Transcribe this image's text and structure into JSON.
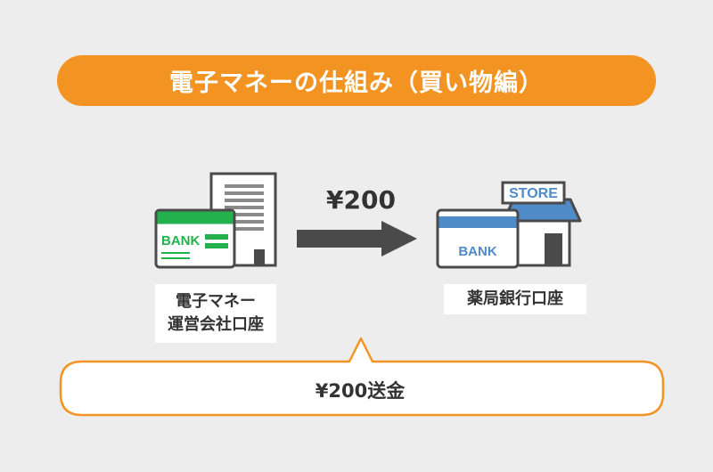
{
  "title": "電子マネーの仕組み（買い物編）",
  "amount": "¥200",
  "company_card_label": "BANK",
  "store_card_label": "BANK",
  "store_sign": "STORE",
  "company_label_line1": "電子マネー",
  "company_label_line2": "運営会社口座",
  "store_label": "薬局銀行口座",
  "callout": "¥200送金",
  "colors": {
    "orange": "#f39422",
    "green": "#22b14c",
    "blue": "#4f8ac9",
    "dark": "#4a4a4a",
    "background": "#ededed"
  },
  "icons": [
    "building-icon",
    "bank-card-icon",
    "arrow-right-icon",
    "store-icon"
  ]
}
